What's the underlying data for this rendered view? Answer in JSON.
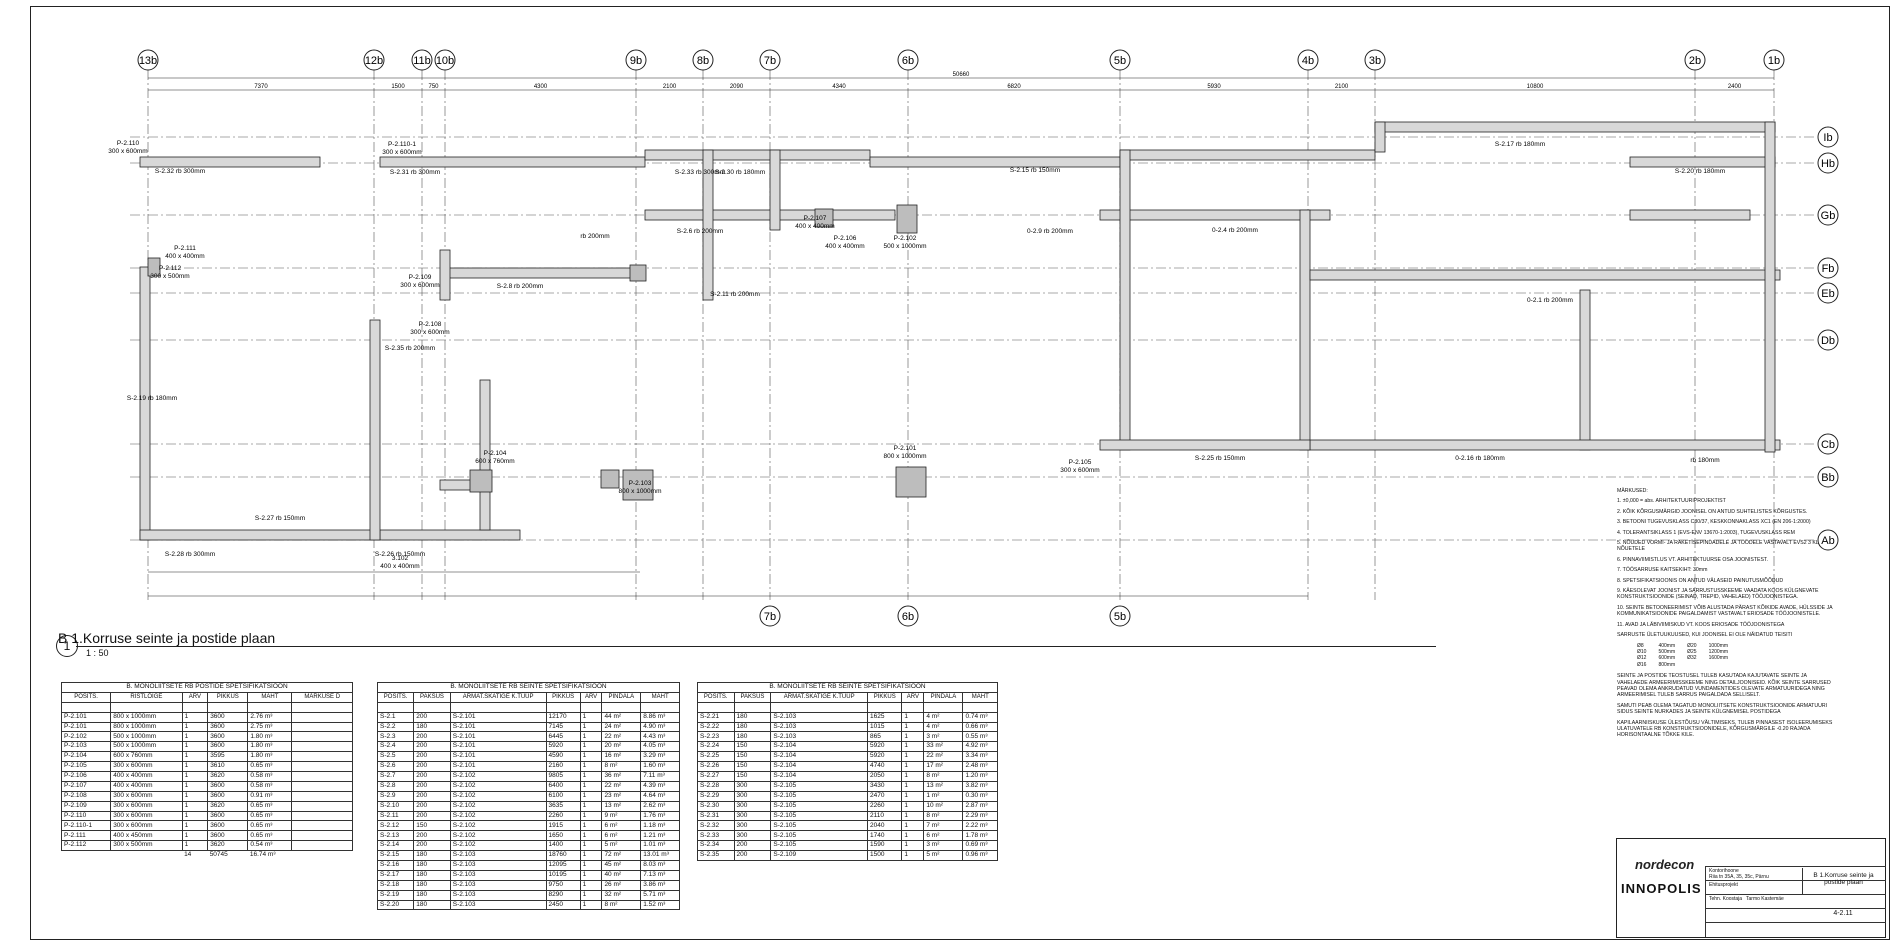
{
  "plan": {
    "number": "1",
    "title": "B 1.Korruse seinte ja postide plaan",
    "scale": "1 : 50",
    "grid_x": [
      "13b",
      "12b",
      "11b",
      "10b",
      "9b",
      "8b",
      "7b",
      "6b",
      "5b",
      "4b",
      "3b",
      "2b",
      "1b"
    ],
    "grid_y": [
      "Ib",
      "Hb",
      "Gb",
      "Fb",
      "Eb",
      "Db",
      "Cb",
      "Bb",
      "Ab"
    ],
    "grid_bottom": [
      "7b",
      "6b",
      "5b"
    ],
    "overall_dim": "50660",
    "dims_top": [
      "7370",
      "1500",
      "750",
      "4300",
      "2100",
      "2090",
      "4340",
      "6820",
      "5930",
      "2100",
      "10800",
      "2400"
    ],
    "wall_labels": [
      "S-2.32 rb 300mm",
      "S-2.31 rb 300mm",
      "S-2.33 rb 300mm",
      "S-2.30 rb 180mm",
      "S-2.15 rb 150mm",
      "S-2.17 rb 180mm",
      "S-2.20 rb 180mm",
      "S-2.6 rb 200mm",
      "0-2.9 rb 200mm",
      "0-2.4 rb 200mm",
      "S-2.8 rb 200mm",
      "S-2.11 rb 200mm",
      "0-2.1 rb 200mm",
      "S-2.35 rb 200mm",
      "S-2.19 rb 180mm",
      "S-2.25 rb 150mm",
      "0-2.16 rb 180mm",
      "S-2.27 rb 150mm",
      "S-2.28 rb 300mm",
      "S-2.26 rb 150mm",
      "rb 200mm",
      "rb 180mm"
    ],
    "post_labels": [
      {
        "id": "P-2.110",
        "size": "300 x 600mm"
      },
      {
        "id": "P-2.111",
        "size": "400 x 400mm"
      },
      {
        "id": "P-2.110-1",
        "size": "300 x 600mm"
      },
      {
        "id": "P-2.112",
        "size": "300 x 500mm"
      },
      {
        "id": "P-2.109",
        "size": "300 x 600mm"
      },
      {
        "id": "P-2.107",
        "size": "400 x 400mm"
      },
      {
        "id": "P-2.106",
        "size": "400 x 400mm"
      },
      {
        "id": "P-2.102",
        "size": "500 x 1000mm"
      },
      {
        "id": "P-2.108",
        "size": "300 x 600mm"
      },
      {
        "id": "P-2.104",
        "size": "600 x 760mm"
      },
      {
        "id": "P-2.101",
        "size": "800 x 1000mm"
      },
      {
        "id": "P-2.103",
        "size": "800 x 1000mm"
      },
      {
        "id": "P-2.105",
        "size": "300 x 600mm"
      },
      {
        "id": "3.102",
        "size": "400 x 400mm"
      }
    ]
  },
  "table_posts": {
    "caption": "B. MONOLIITSETE RB POSTIDE SPETSIFIKATSIOON",
    "headers": [
      "POSITS.",
      "RISTLÕIGE",
      "ARV",
      "PIKKUS",
      "MAHT",
      "MÄRKUSE D"
    ],
    "rows": [
      [
        "P-2.101",
        "800 x 1000mm",
        "1",
        "3600",
        "2.76 m³",
        ""
      ],
      [
        "P-2.101",
        "800 x 1000mm",
        "1",
        "3600",
        "2.75 m³",
        ""
      ],
      [
        "P-2.102",
        "500 x 1000mm",
        "1",
        "3600",
        "1.80 m³",
        ""
      ],
      [
        "P-2.103",
        "500 x 1000mm",
        "1",
        "3600",
        "1.80 m³",
        ""
      ],
      [
        "P-2.104",
        "600 x 760mm",
        "1",
        "3595",
        "1.80 m³",
        ""
      ],
      [
        "P-2.105",
        "300 x 600mm",
        "1",
        "3610",
        "0.65 m³",
        ""
      ],
      [
        "P-2.106",
        "400 x 400mm",
        "1",
        "3620",
        "0.58 m³",
        ""
      ],
      [
        "P-2.107",
        "400 x 400mm",
        "1",
        "3600",
        "0.58 m³",
        ""
      ],
      [
        "P-2.108",
        "300 x 600mm",
        "1",
        "3600",
        "0.91 m³",
        ""
      ],
      [
        "P-2.109",
        "300 x 600mm",
        "1",
        "3620",
        "0.65 m³",
        ""
      ],
      [
        "P-2.110",
        "300 x 600mm",
        "1",
        "3600",
        "0.65 m³",
        ""
      ],
      [
        "P-2.110-1",
        "300 x 600mm",
        "1",
        "3600",
        "0.65 m³",
        ""
      ],
      [
        "P-2.111",
        "400 x 450mm",
        "1",
        "3600",
        "0.65 m³",
        ""
      ],
      [
        "P-2.112",
        "300 x 500mm",
        "1",
        "3620",
        "0.54 m³",
        ""
      ]
    ],
    "total": [
      "",
      "",
      "14",
      "50745",
      "16.74 m³",
      ""
    ]
  },
  "table_walls_a": {
    "caption": "B. MONOLIITSETE RB SEINTE SPETSIFIKATSIOON",
    "headers": [
      "POSITS.",
      "PAKSUS",
      "ARMAT.SKATIGE K.TÜÜP",
      "PIKKUS",
      "ARV",
      "PINDALA",
      "MAHT"
    ],
    "rows": [
      [
        "S-2.1",
        "200",
        "S-2.101",
        "12170",
        "1",
        "44 m²",
        "8.86 m³"
      ],
      [
        "S-2.2",
        "180",
        "S-2.101",
        "7145",
        "1",
        "24 m²",
        "4.90 m³"
      ],
      [
        "S-2.3",
        "200",
        "S-2.101",
        "6445",
        "1",
        "22 m²",
        "4.43 m³"
      ],
      [
        "S-2.4",
        "200",
        "S-2.101",
        "5920",
        "1",
        "20 m²",
        "4.05 m³"
      ],
      [
        "S-2.5",
        "200",
        "S-2.101",
        "4590",
        "1",
        "16 m²",
        "3.29 m³"
      ],
      [
        "S-2.6",
        "200",
        "S-2.101",
        "2160",
        "1",
        "8 m²",
        "1.60 m³"
      ],
      [
        "S-2.7",
        "200",
        "S-2.102",
        "9805",
        "1",
        "36 m²",
        "7.11 m³"
      ],
      [
        "S-2.8",
        "200",
        "S-2.102",
        "6400",
        "1",
        "22 m²",
        "4.39 m³"
      ],
      [
        "S-2.9",
        "200",
        "S-2.102",
        "6100",
        "1",
        "23 m²",
        "4.64 m³"
      ],
      [
        "S-2.10",
        "200",
        "S-2.102",
        "3635",
        "1",
        "13 m²",
        "2.62 m³"
      ],
      [
        "S-2.11",
        "200",
        "S-2.102",
        "2260",
        "1",
        "9 m²",
        "1.76 m³"
      ],
      [
        "S-2.12",
        "150",
        "S-2.102",
        "1915",
        "1",
        "6 m²",
        "1.18 m³"
      ],
      [
        "S-2.13",
        "200",
        "S-2.102",
        "1650",
        "1",
        "6 m²",
        "1.21 m³"
      ],
      [
        "S-2.14",
        "200",
        "S-2.102",
        "1400",
        "1",
        "5 m²",
        "1.01 m³"
      ],
      [
        "S-2.15",
        "180",
        "S-2.103",
        "18760",
        "1",
        "72 m²",
        "13.01 m³"
      ],
      [
        "S-2.16",
        "180",
        "S-2.103",
        "12095",
        "1",
        "45 m²",
        "8.03 m³"
      ],
      [
        "S-2.17",
        "180",
        "S-2.103",
        "10195",
        "1",
        "40 m²",
        "7.13 m³"
      ],
      [
        "S-2.18",
        "180",
        "S-2.103",
        "9750",
        "1",
        "26 m²",
        "3.86 m³"
      ],
      [
        "S-2.19",
        "180",
        "S-2.103",
        "8290",
        "1",
        "32 m²",
        "5.71 m³"
      ],
      [
        "S-2.20",
        "180",
        "S-2.103",
        "2450",
        "1",
        "8 m²",
        "1.52 m³"
      ]
    ]
  },
  "table_walls_b": {
    "caption": "B. MONOLIITSETE RB SEINTE SPETSIFIKATSIOON",
    "headers": [
      "POSITS.",
      "PAKSUS",
      "ARMAT.SKATIGE K.TÜÜP",
      "PIKKUS",
      "ARV",
      "PINDALA",
      "MAHT"
    ],
    "rows": [
      [
        "S-2.21",
        "180",
        "S-2.103",
        "1625",
        "1",
        "4 m²",
        "0.74 m³"
      ],
      [
        "S-2.22",
        "180",
        "S-2.103",
        "1015",
        "1",
        "4 m²",
        "0.66 m³"
      ],
      [
        "S-2.23",
        "180",
        "S-2.103",
        "865",
        "1",
        "3 m²",
        "0.55 m³"
      ],
      [
        "S-2.24",
        "150",
        "S-2.104",
        "5920",
        "1",
        "33 m²",
        "4.92 m³"
      ],
      [
        "S-2.25",
        "150",
        "S-2.104",
        "5920",
        "1",
        "22 m²",
        "3.34 m³"
      ],
      [
        "S-2.26",
        "150",
        "S-2.104",
        "4740",
        "1",
        "17 m²",
        "2.48 m³"
      ],
      [
        "S-2.27",
        "150",
        "S-2.104",
        "2050",
        "1",
        "8 m²",
        "1.20 m³"
      ],
      [
        "S-2.28",
        "300",
        "S-2.105",
        "3430",
        "1",
        "13 m²",
        "3.82 m³"
      ],
      [
        "S-2.29",
        "300",
        "S-2.105",
        "2470",
        "1",
        "1 m²",
        "0.30 m³"
      ],
      [
        "S-2.30",
        "300",
        "S-2.105",
        "2260",
        "1",
        "10 m²",
        "2.87 m³"
      ],
      [
        "S-2.31",
        "300",
        "S-2.105",
        "2110",
        "1",
        "8 m²",
        "2.29 m³"
      ],
      [
        "S-2.32",
        "300",
        "S-2.105",
        "2040",
        "1",
        "7 m²",
        "2.22 m³"
      ],
      [
        "S-2.33",
        "300",
        "S-2.105",
        "1740",
        "1",
        "6 m²",
        "1.78 m³"
      ],
      [
        "S-2.34",
        "200",
        "S-2.105",
        "1590",
        "1",
        "3 m²",
        "0.69 m³"
      ],
      [
        "S-2.35",
        "200",
        "S-2.109",
        "1500",
        "1",
        "5 m²",
        "0.96 m³"
      ]
    ]
  },
  "notes": {
    "heading": "MÄRKUSED:",
    "items": [
      "1. ±0,000 = abs. ARHITEKTUURIPROJEKTIST",
      "2. KÕIK KÕRGUSMÄRGID JOONISEL ON ANTUD SUHTELISTES KÕRGUSTES.",
      "3. BETOONI TUGEVUSKLASS C30/37, KESKKONNAKLASS XC1 (EN 206-1:2000)",
      "4. TOLERANTSIKLASS 1 (EVS-ENV 13670-1:2003), TUGEVUSKLASS REM",
      "5. NÕUDED VORMI- JA RAKETISEPINDADELE JA TÖÖDELE VASTAVALT EVS2 3 KL NÕUETELE",
      "6. PINNAVIIMISTLUS VT. ARHITEKTUURSE OSA JOONISTEST.",
      "7. TÖÖSARRUSE KAITSEKIHT: 30mm",
      "8. SPETSIFIKATSIOONIS ON ANTUD VÄLASEID PAINUTUSMÕÕDUD",
      "9. KÄESOLEVAT JOONIST JA SARRUSTUSSKEEME VAADATA KOOS KÜLGNEVATE KONSTRUKTSIOONIDE (SEINAD, TREPID, VAHELAED) TÖÖJOONISTEGA.",
      "10. SEINTE BETOONEERIMIST VÕIB ALUSTADA PÄRAST KÕIKIDE AVADE, HÜLSSIDE JA KOMMUNIKATSIOONIDE PAIGALDAMIST VASTAVALT ERIOSADE TÖÖJOONISTELE.",
      "11. AVAD JA LÄBIVIIMISKUD VT. KOOS ERIOSADE TÖÖJOONISTEGA",
      "SARRUSTE ÜLETUUKUUSED, KUI JOONISEL EI OLE NÄIDATUD TEISITI",
      "SEINTE JA POSTIDE TEOSTUSEL TULEB KASUTADA KAJUTAVATE SEINTE JA VAHELAEDE ARMEERIMISSKEEME NING DETAILJOONISEID. KÕIK SEINTE SARRUSED PEAVAD OLEMA ANKRUDATUD VUNDAMENTIDES OLEVATE ARMATUURIDEGA NING ARMEERIMISEL TULEB SARRUS PAIGALDADA SELLISELT.",
      "SAMUTI PEAB OLEMA TAGATUD MONOLIITSETE KONSTRUKTSIOONIDE ARMATUURI SIDUS SEINTE NURKADES JA SEINTE KÜLGNEMISEL POSTIDEGA",
      "KAPILAARNIISKUSE ÜLESTÕUSU VÄLTIMISEKS, TULEB PINNASEST ISOLEERUMISEKS ULATUVATELE RB KONSTRUKTSIOONIDELE, KÕRGUSMÄRGILE -0.20 RAJADA HORISONTAALNE TÕKKE KILE."
    ],
    "rebar_table": [
      [
        "Ø8",
        "400mm",
        "Ø20",
        "1000mm"
      ],
      [
        "Ø10",
        "500mm",
        "Ø25",
        "1200mm"
      ],
      [
        "Ø12",
        "600mm",
        "Ø32",
        "1600mm"
      ],
      [
        "Ø16",
        "800mm",
        "",
        ""
      ]
    ]
  },
  "title_block": {
    "logo_nordecon": "nordecon",
    "logo_innopolis": "INNOPOLIS",
    "project": "Kontorihoone",
    "address": "Riia tn 35A, 35, 35c, Pärnu",
    "sheet_title": "B 1.Korruse seinte ja postide plaan",
    "sheet_number": "4-2.11",
    "status": "Ehitusprojekt",
    "role_label": "Tehn. Koostaja",
    "designer": "Tarmo Kastemäe"
  },
  "colors": {
    "line": "#222222",
    "wall_fill": "#d8d8d8",
    "post_fill": "#bdbdbd",
    "grid": "#555555"
  }
}
